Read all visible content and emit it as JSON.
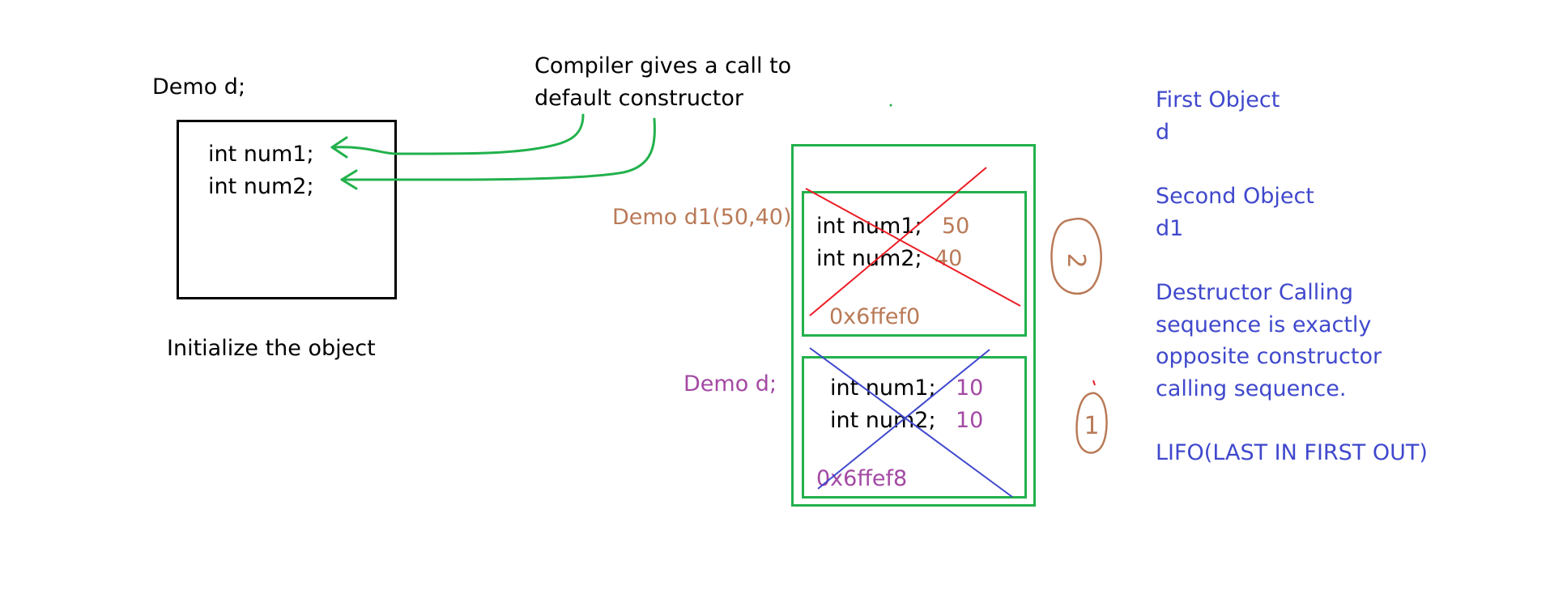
{
  "colors": {
    "black": "#000000",
    "green": "#22b14c",
    "brown": "#b97a57",
    "purple": "#a349a4",
    "blue": "#3f48cc",
    "red": "#ed1c24"
  },
  "left": {
    "declaration": "Demo d;",
    "field1": "int num1;",
    "field2": "int num2;",
    "caption": "Initialize the object"
  },
  "compiler_note": {
    "line1": "Compiler gives a call to",
    "line2": "default constructor"
  },
  "stack": {
    "object_d1": {
      "declaration": "Demo d1(50,40)",
      "field1": "int num1;",
      "value1": "50",
      "field2": "int num2;",
      "value2": "40",
      "address": "0x6ffef0",
      "order_mark": "2"
    },
    "object_d": {
      "declaration": "Demo d;",
      "field1": "int num1;",
      "value1": "10",
      "field2": "int num2;",
      "value2": "10",
      "address": "0x6ffef8",
      "order_mark": "1"
    }
  },
  "notes": {
    "first_label": "First Object",
    "first_name": "d",
    "second_label": "Second Object",
    "second_name": "d1",
    "destructor_lines": [
      "Destructor Calling",
      "sequence is exactly",
      "opposite constructor",
      "calling sequence."
    ],
    "lifo": "LIFO(LAST IN FIRST OUT)"
  }
}
